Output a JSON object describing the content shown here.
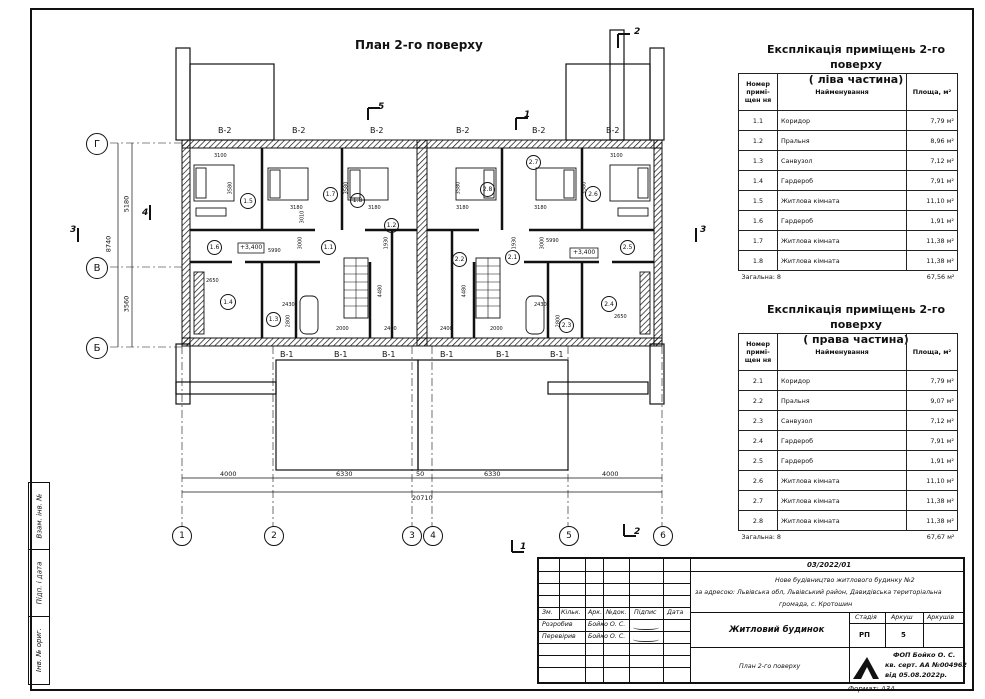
{
  "plan": {
    "title": "План 2-го поверху",
    "window_labels_top": [
      "В-2",
      "В-2",
      "В-2",
      "В-2",
      "В-2",
      "В-2"
    ],
    "window_labels_bottom": [
      "В-1",
      "В-1",
      "В-1",
      "В-1",
      "В-1",
      "В-1"
    ],
    "axes_horizontal": [
      "Г",
      "В",
      "Б"
    ],
    "axes_vertical": [
      "1",
      "2",
      "3",
      "4",
      "5",
      "6"
    ],
    "dimensions_bottom": [
      "4000",
      "6330",
      "50",
      "6330",
      "4000"
    ],
    "dimension_total": "20710",
    "dimensions_left": [
      "5180",
      "3560"
    ],
    "dimension_left_total": "8740",
    "levels": [
      "+3,400",
      "+3,400"
    ],
    "section_marks": [
      "2",
      "5",
      "1",
      "3",
      "3",
      "4",
      "1",
      "2"
    ],
    "room_numbers": [
      "1.1",
      "1.2",
      "1.3",
      "1.4",
      "1.5",
      "1.6",
      "1.7",
      "1.8",
      "2.1",
      "2.2",
      "2.3",
      "2.4",
      "2.5",
      "2.6",
      "2.7",
      "2.8"
    ],
    "inner_dims": [
      "3100",
      "3180",
      "3180",
      "3180",
      "3180",
      "3100",
      "3580",
      "3580",
      "3580",
      "3580",
      "2650",
      "2650",
      "2000",
      "2000",
      "2400",
      "2400",
      "4480",
      "4480",
      "5990",
      "5990",
      "2800",
      "2800",
      "1930",
      "1930",
      "3000",
      "3000",
      "3010",
      "2430",
      "2430"
    ]
  },
  "table_left": {
    "title_line1": "Експлікація приміщень 2-го поверху",
    "title_line2": "( ліва частина)",
    "headers": [
      "Номер примі-щен ня",
      "Найменування",
      "Площа, м²"
    ],
    "rows": [
      {
        "n": "1.1",
        "name": "Коридор",
        "area": "7,79 м²"
      },
      {
        "n": "1.2",
        "name": "Пральня",
        "area": "8,96 м²"
      },
      {
        "n": "1.3",
        "name": "Санвузол",
        "area": "7,12 м²"
      },
      {
        "n": "1.4",
        "name": "Гардероб",
        "area": "7,91 м²"
      },
      {
        "n": "1.5",
        "name": "Житлова кімната",
        "area": "11,10 м²"
      },
      {
        "n": "1.6",
        "name": "Гардероб",
        "area": "1,91 м²"
      },
      {
        "n": "1.7",
        "name": "Житлова кімната",
        "area": "11,38 м²"
      },
      {
        "n": "1.8",
        "name": "Житлова кімната",
        "area": "11,38 м²"
      }
    ],
    "total_label": "Загальна: 8",
    "total_area": "67,56 м²"
  },
  "table_right": {
    "title_line1": "Експлікація приміщень 2-го поверху",
    "title_line2": "( права частина)",
    "headers": [
      "Номер примі-щен ня",
      "Найменування",
      "Площа, м²"
    ],
    "rows": [
      {
        "n": "2.1",
        "name": "Коридор",
        "area": "7,79 м²"
      },
      {
        "n": "2.2",
        "name": "Пральня",
        "area": "9,07 м²"
      },
      {
        "n": "2.3",
        "name": "Санвузол",
        "area": "7,12 м²"
      },
      {
        "n": "2.4",
        "name": "Гардероб",
        "area": "7,91 м²"
      },
      {
        "n": "2.5",
        "name": "Гардероб",
        "area": "1,91 м²"
      },
      {
        "n": "2.6",
        "name": "Житлова кімната",
        "area": "11,10 м²"
      },
      {
        "n": "2.7",
        "name": "Житлова кімната",
        "area": "11,38 м²"
      },
      {
        "n": "2.8",
        "name": "Житлова кімната",
        "area": "11,38 м²"
      }
    ],
    "total_label": "Загальна: 8",
    "total_area": "67,67 м²"
  },
  "stamp": {
    "code": "03/2022/01",
    "desc1": "Нове будівництво житлового будинку №2",
    "desc2": "за адресою: Львівська обл, Львівський район, Давидівська територіальна",
    "desc3": "громада, с. Кротошин",
    "col_headers": [
      "Зм.",
      "Кільк.",
      "Арк.",
      "№док.",
      "Підпис",
      "Дата"
    ],
    "developer_role": "Розробив",
    "developer_name": "Бойко О. С.",
    "checker_role": "Перевірив",
    "checker_name": "Бойко О. С.",
    "object": "Житловий будинок",
    "stage_header": "Стадія",
    "sheet_header": "Аркуш",
    "sheets_header": "Аркушів",
    "stage": "РП",
    "sheet": "5",
    "sheets": "",
    "drawing": "План 2-го поверху",
    "org_line1": "ФОП Бойко О. С.",
    "org_line2": "кв. серт. АА №004962",
    "org_line3": "від 05.08.2022р.",
    "format": "Формат: А3А"
  },
  "side_stamp": [
    "Взам. інв. №",
    "Підп. і дата",
    "Інв. № ориг."
  ]
}
